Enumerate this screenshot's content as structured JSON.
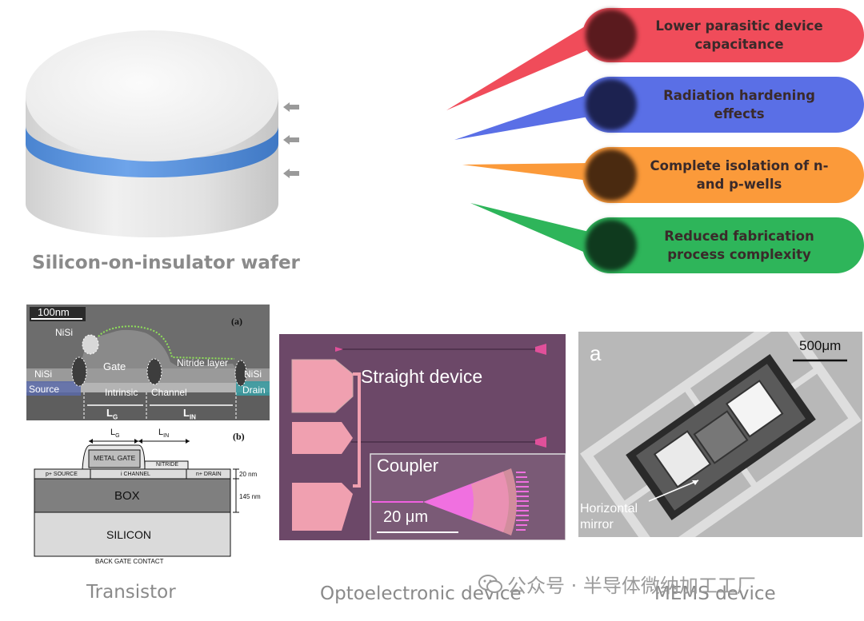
{
  "wafer": {
    "caption": "Silicon-on-insulator wafer"
  },
  "benefits": [
    {
      "label": "Lower parasitic device capacitance",
      "color": "#f04c5a",
      "dot": "#5a1a1e"
    },
    {
      "label": "Radiation hardening effects",
      "color": "#5a6fe6",
      "dot": "#1c2250"
    },
    {
      "label": "Complete isolation of n-and p-wells",
      "color": "#fb9a3a",
      "dot": "#4a2a10"
    },
    {
      "label": "Reduced fabrication process complexity",
      "color": "#2eb55a",
      "dot": "#0f3a1e"
    }
  ],
  "sem": {
    "scale": "100nm",
    "panel": "(a)",
    "nisi_top": "NiSi",
    "gate": "Gate",
    "nitride": "Nitride layer",
    "nisi_left": "NiSi",
    "nisi_right": "NiSi",
    "source": "Source",
    "intrinsic": "Intrinsic",
    "channel": "Channel",
    "drain": "Drain",
    "lg": "L",
    "lg_sub": "G",
    "lin": "L",
    "lin_sub": "IN"
  },
  "schematic": {
    "panel": "(b)",
    "lg": "L",
    "lg_sub": "G",
    "lin": "L",
    "lin_sub": "IN",
    "metal_gate": "METAL GATE",
    "nitride": "NITRIDE",
    "p_source": "p+ SOURCE",
    "i_channel": "i CHANNEL",
    "n_drain": "n+ DRAIN",
    "box": "BOX",
    "silicon": "SILICON",
    "back_gate": "BACK GATE CONTACT",
    "dim_20": "20 nm",
    "dim_145": "145 nm"
  },
  "optical": {
    "straight": "Straight device",
    "coupler": "Coupler",
    "scale": "20 μm"
  },
  "mems": {
    "panel": "a",
    "scale": "500μm",
    "mirror": "Horizontal mirror"
  },
  "captions": {
    "transistor": "Transistor",
    "optoelectronic": "Optoelectronic device",
    "mems": "MEMS device"
  },
  "watermark": "公众号 · 半导体微纳加工工厂"
}
